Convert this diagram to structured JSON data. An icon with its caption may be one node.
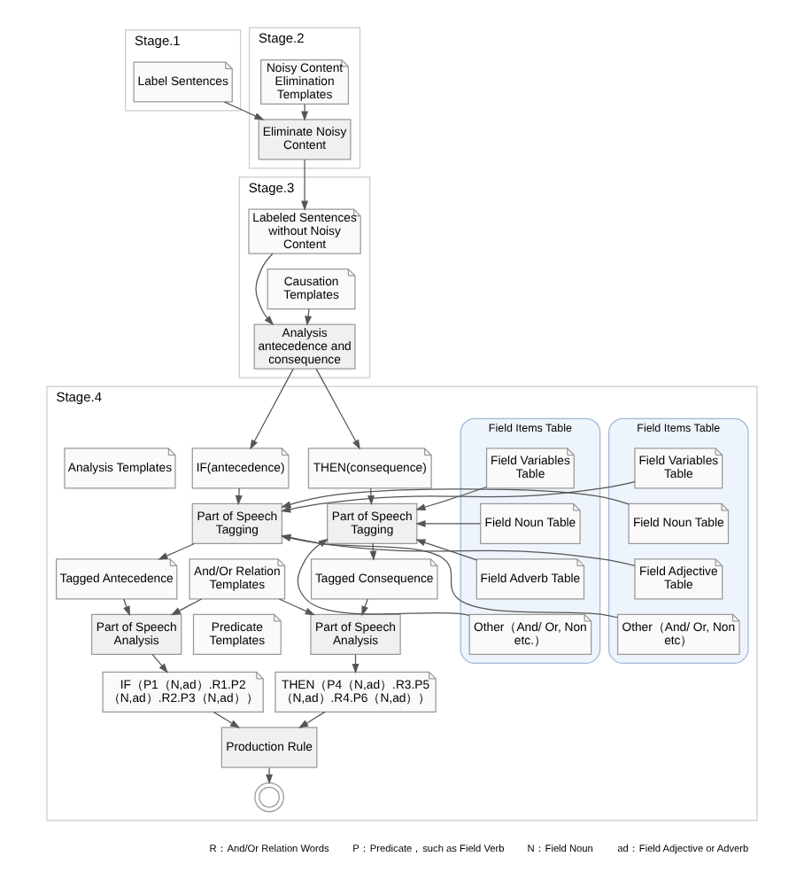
{
  "diagram": {
    "nodes": [
      {
        "text": [
          "Stage.1"
        ]
      },
      {
        "text": [
          "Label Sentences"
        ],
        "in": 0
      },
      {
        "text": [
          "Stage.2"
        ]
      },
      {
        "text": [
          "Eliminate Noisy Content"
        ],
        "in": 2
      },
      {
        "text": [
          "Noisy Content Elimination Templates"
        ],
        "in": 2
      },
      {
        "text": [
          "Stage.3"
        ]
      },
      {
        "text": [
          "Labeled Sentences without Noisy Content"
        ],
        "in": 5
      },
      {
        "text": [
          "Analysis antecedence and consequence"
        ],
        "in": 5
      },
      {
        "text": [
          "Causation Templates"
        ],
        "in": 5
      },
      {
        "text": [
          "Stage.4"
        ]
      },
      {
        "text": [
          "Field Items Table"
        ],
        "in": 9
      },
      {
        "text": [
          "Field Variables Table"
        ],
        "in": 10
      },
      {
        "text": [
          "Field Noun Table"
        ],
        "in": 10
      },
      {
        "text": [
          "Field Adjective Table"
        ],
        "in": 10
      },
      {
        "text": [
          "Other（And/ Or, Non etc）"
        ],
        "in": 10
      },
      {
        "text": [
          "IF(antecedence)"
        ],
        "in": 9
      },
      {
        "text": [
          "Part of Speech Tagging"
        ],
        "in": 9
      },
      {
        "text": [
          "Tagged Antecedence"
        ],
        "in": 9
      },
      {
        "text": [
          "Part of Speech Analysis"
        ],
        "in": 9
      },
      {
        "text": [
          "THEN(consequence)"
        ],
        "in": 9
      },
      {
        "text": [
          "Part of Speech Tagging"
        ],
        "in": 9
      },
      {
        "text": [
          "Tagged Consequence"
        ],
        "in": 9
      },
      {
        "text": [
          "Part of Speech Analysis"
        ],
        "in": 9
      },
      {
        "text": [
          "Field Items Table"
        ],
        "in": 9
      },
      {
        "text": [
          "Field Variables Table"
        ],
        "in": 23
      },
      {
        "text": [
          "Field Noun Table"
        ],
        "in": 23
      },
      {
        "text": [
          "Field Adverb Table"
        ],
        "in": 23
      },
      {
        "text": [
          "Other（And/ Or, Non etc.）"
        ],
        "in": 23
      },
      {
        "text": [
          "Analysis Templates"
        ],
        "in": 9
      },
      {
        "text": [
          "And/Or Relation Templates"
        ],
        "in": 9
      },
      {
        "text": [
          "Predicate Templates"
        ],
        "in": 9
      },
      {
        "text": [
          "IF（P1（N,ad）.R1.P2 （N,ad）.R2.P3（N,ad））"
        ],
        "in": 9
      },
      {
        "text": [
          "THEN（P4（N,ad）.R3.P5 （N,ad）.R4.P6（N,ad））"
        ],
        "in": 9
      },
      {
        "text": [
          "Production Rule"
        ],
        "in": 9
      },
      {
        "text": [],
        "shape": "circle",
        "in": 9
      }
    ],
    "edges": [
      {
        "from": 1,
        "to": 3,
        "arrow": "to"
      },
      {
        "from": 4,
        "to": 3,
        "arrow": "to"
      },
      {
        "from": 3,
        "to": 6,
        "arrow": "to"
      },
      {
        "from": 6,
        "to": 7,
        "arrow": "to"
      },
      {
        "from": 8,
        "to": 7,
        "arrow": "to"
      },
      {
        "from": 7,
        "to": 15,
        "arrow": "to"
      },
      {
        "from": 7,
        "to": 19,
        "arrow": "to"
      },
      {
        "from": 11,
        "to": 16,
        "arrow": "to"
      },
      {
        "from": 12,
        "to": 16,
        "arrow": "to"
      },
      {
        "from": 13,
        "to": 16,
        "arrow": "to"
      },
      {
        "from": 14,
        "to": 16,
        "arrow": "to"
      },
      {
        "from": 15,
        "to": 16,
        "arrow": "to"
      },
      {
        "from": 16,
        "to": 17,
        "arrow": "to"
      },
      {
        "from": 17,
        "to": 18,
        "arrow": "to"
      },
      {
        "from": 24,
        "to": 20,
        "arrow": "to"
      },
      {
        "from": 25,
        "to": 20,
        "arrow": "to"
      },
      {
        "from": 26,
        "to": 20,
        "arrow": "to"
      },
      {
        "from": 27,
        "to": 20,
        "arrow": "to"
      },
      {
        "from": 19,
        "to": 20,
        "arrow": "to"
      },
      {
        "from": 20,
        "to": 21,
        "arrow": "to"
      },
      {
        "from": 21,
        "to": 22,
        "arrow": "to"
      },
      {
        "from": 29,
        "to": 18,
        "arrow": "to"
      },
      {
        "from": 29,
        "to": 22,
        "arrow": "to"
      },
      {
        "from": 18,
        "to": 31,
        "arrow": "to"
      },
      {
        "from": 22,
        "to": 32,
        "arrow": "to"
      },
      {
        "from": 31,
        "to": 33,
        "arrow": "to"
      },
      {
        "from": 32,
        "to": 33,
        "arrow": "to"
      },
      {
        "from": 33,
        "to": 34,
        "arrow": "to"
      }
    ],
    "labels": [
      "R：And/Or Relation Words",
      "P：Predicate，such as Field Verb",
      "N：Field Noun",
      "ad：Field Adjective or Adverb"
    ]
  }
}
